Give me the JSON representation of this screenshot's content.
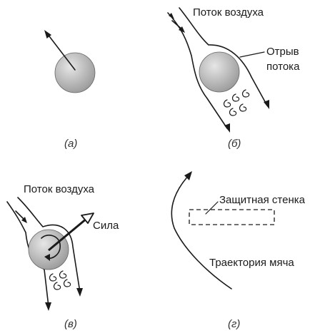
{
  "panels": {
    "a": {
      "caption": "(а)"
    },
    "b": {
      "caption": "(б)",
      "airflow_label": "Поток воздуха",
      "separation_label_line1": "Отрыв",
      "separation_label_line2": "потока"
    },
    "v": {
      "caption": "(в)",
      "airflow_label": "Поток воздуха",
      "force_label": "Сила"
    },
    "g": {
      "caption": "(г)",
      "wall_label": "Защитная стенка",
      "trajectory_label": "Траектория мяча"
    }
  },
  "colors": {
    "ball_light": "#e6e6e6",
    "ball_dark": "#9a9a9a",
    "line": "#1a1a1a"
  }
}
